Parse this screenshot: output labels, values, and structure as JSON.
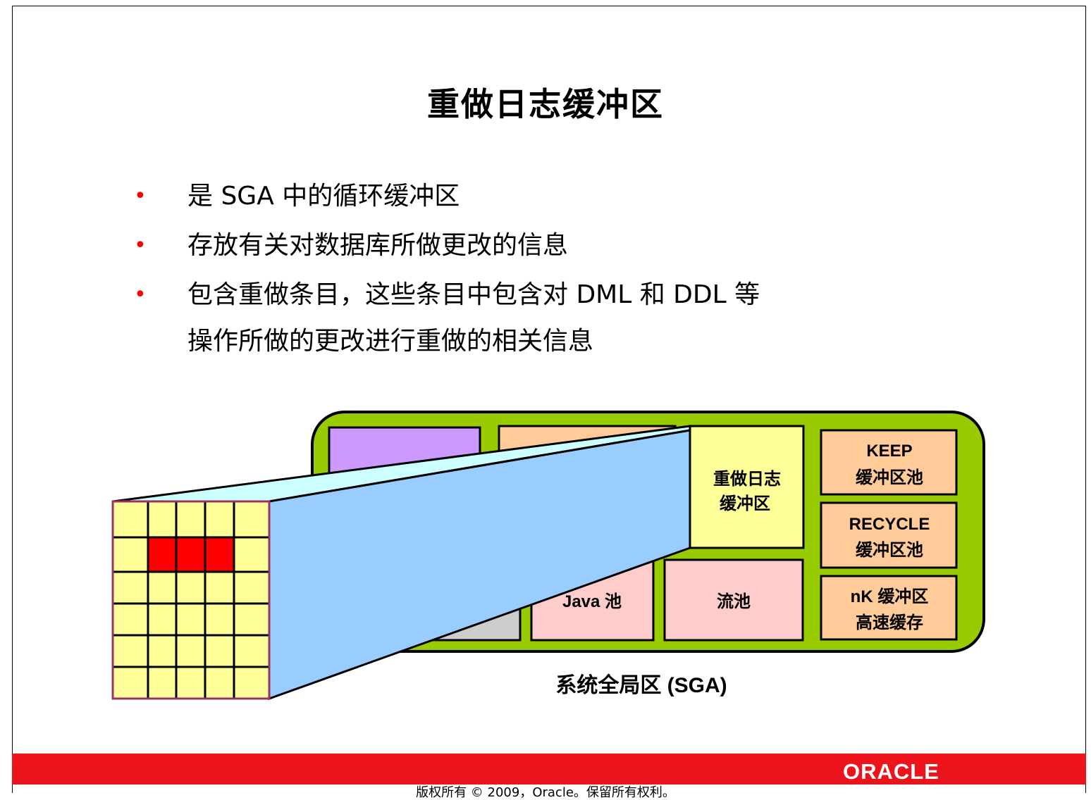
{
  "slide": {
    "title": "重做日志缓冲区",
    "bullets": [
      {
        "marker": "•",
        "text": "是 SGA 中的循环缓冲区"
      },
      {
        "marker": "•",
        "text": "存放有关对数据库所做更改的信息"
      },
      {
        "marker": "•",
        "text": "包含重做条目，这些条目中包含对 DML 和 DDL 等",
        "continuation": "操作所做的更改进行重做的相关信息"
      }
    ]
  },
  "diagram": {
    "redo_log_buffer": [
      "重做日志",
      "缓冲区"
    ],
    "keep_pool": [
      "KEEP",
      "缓冲区池"
    ],
    "recycle_pool": [
      "RECYCLE",
      "缓冲区池"
    ],
    "nk_cache": [
      "nK 缓冲区",
      "高速缓存"
    ],
    "java_pool": "Java 池",
    "streams_pool": "流池",
    "sga_label": "系统全局区 (SGA)",
    "colors": {
      "sga_background": "#99cc00",
      "purple_box": "#cc99ff",
      "orange_box": "#ffcc99",
      "yellow_box": "#ffff99",
      "pink_box": "#ffcccc",
      "gray_box": "#cccccc",
      "projection_light": "#ccffff",
      "projection_blue": "#99ccff",
      "grid_cell": "#ffff99",
      "grid_highlight": "#ff0000",
      "grid_border": "#993366"
    },
    "grid": {
      "rows": 6,
      "cols": 5,
      "highlighted_row": 1,
      "highlighted_cols": [
        1,
        2,
        3
      ]
    }
  },
  "footer": {
    "logo": "ORACLE",
    "copyright": "版权所有 © 2009，Oracle。保留所有权利。"
  }
}
